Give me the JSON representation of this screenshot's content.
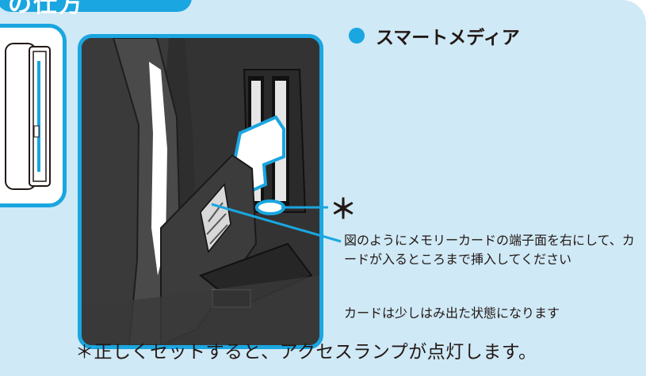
{
  "tab": {
    "label": "の仕方"
  },
  "heading": "スマートメディア",
  "callout_marker": "＊",
  "instruction": "図のようにメモリーカードの端子面を右にして、カードが入るところまで挿入してください",
  "note": "カードは少しはみ出た状態になります",
  "footnote": "＊正しくセットすると、アクセスランプが点灯します。",
  "colors": {
    "accent": "#1aa6e0",
    "panel": "#cfe9f6",
    "text": "#231815"
  }
}
